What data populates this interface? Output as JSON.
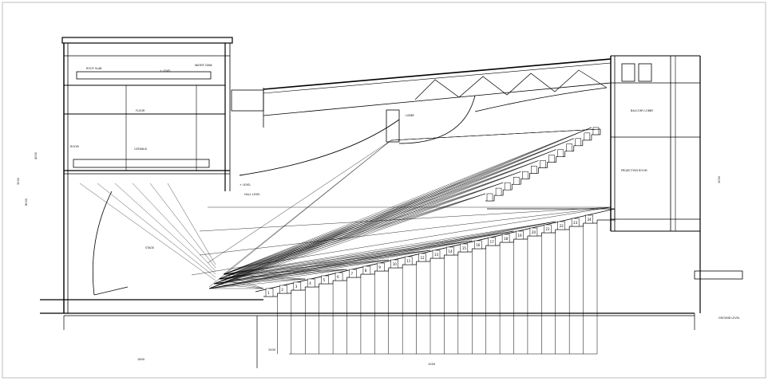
{
  "drawing": {
    "kind": "architectural-section",
    "subject": "auditorium-section",
    "colors": {
      "line": "#000000",
      "background": "#ffffff",
      "border": "#bdbdbd"
    },
    "rows": {
      "lower": 24,
      "balcony": 13,
      "numbers": [
        "1",
        "2",
        "3",
        "4",
        "5",
        "6",
        "7",
        "8",
        "9",
        "10",
        "11",
        "12",
        "13",
        "14",
        "15",
        "16",
        "17",
        "18",
        "19",
        "20",
        "21",
        "22",
        "23",
        "24"
      ]
    },
    "labels": {
      "roof_slab": "ROOF SLAB",
      "roof_level": "+ LEVEL",
      "water_tank": "WATER TANK",
      "floor": "FLOOR",
      "room": "ROOM",
      "catwalk": "CATWALK",
      "level": "+ LEVEL",
      "hall_level": "HALL LEVEL",
      "stage": "STAGE",
      "projection_room": "PROJECTION ROOM",
      "balcony_lobby": "BALCONY LOBBY",
      "lobby": "LOBBY",
      "ground_level": "GROUND LEVEL",
      "dims": [
        "1800",
        "1000",
        "2400",
        "3000",
        "8000",
        "4000",
        "3000"
      ]
    }
  }
}
